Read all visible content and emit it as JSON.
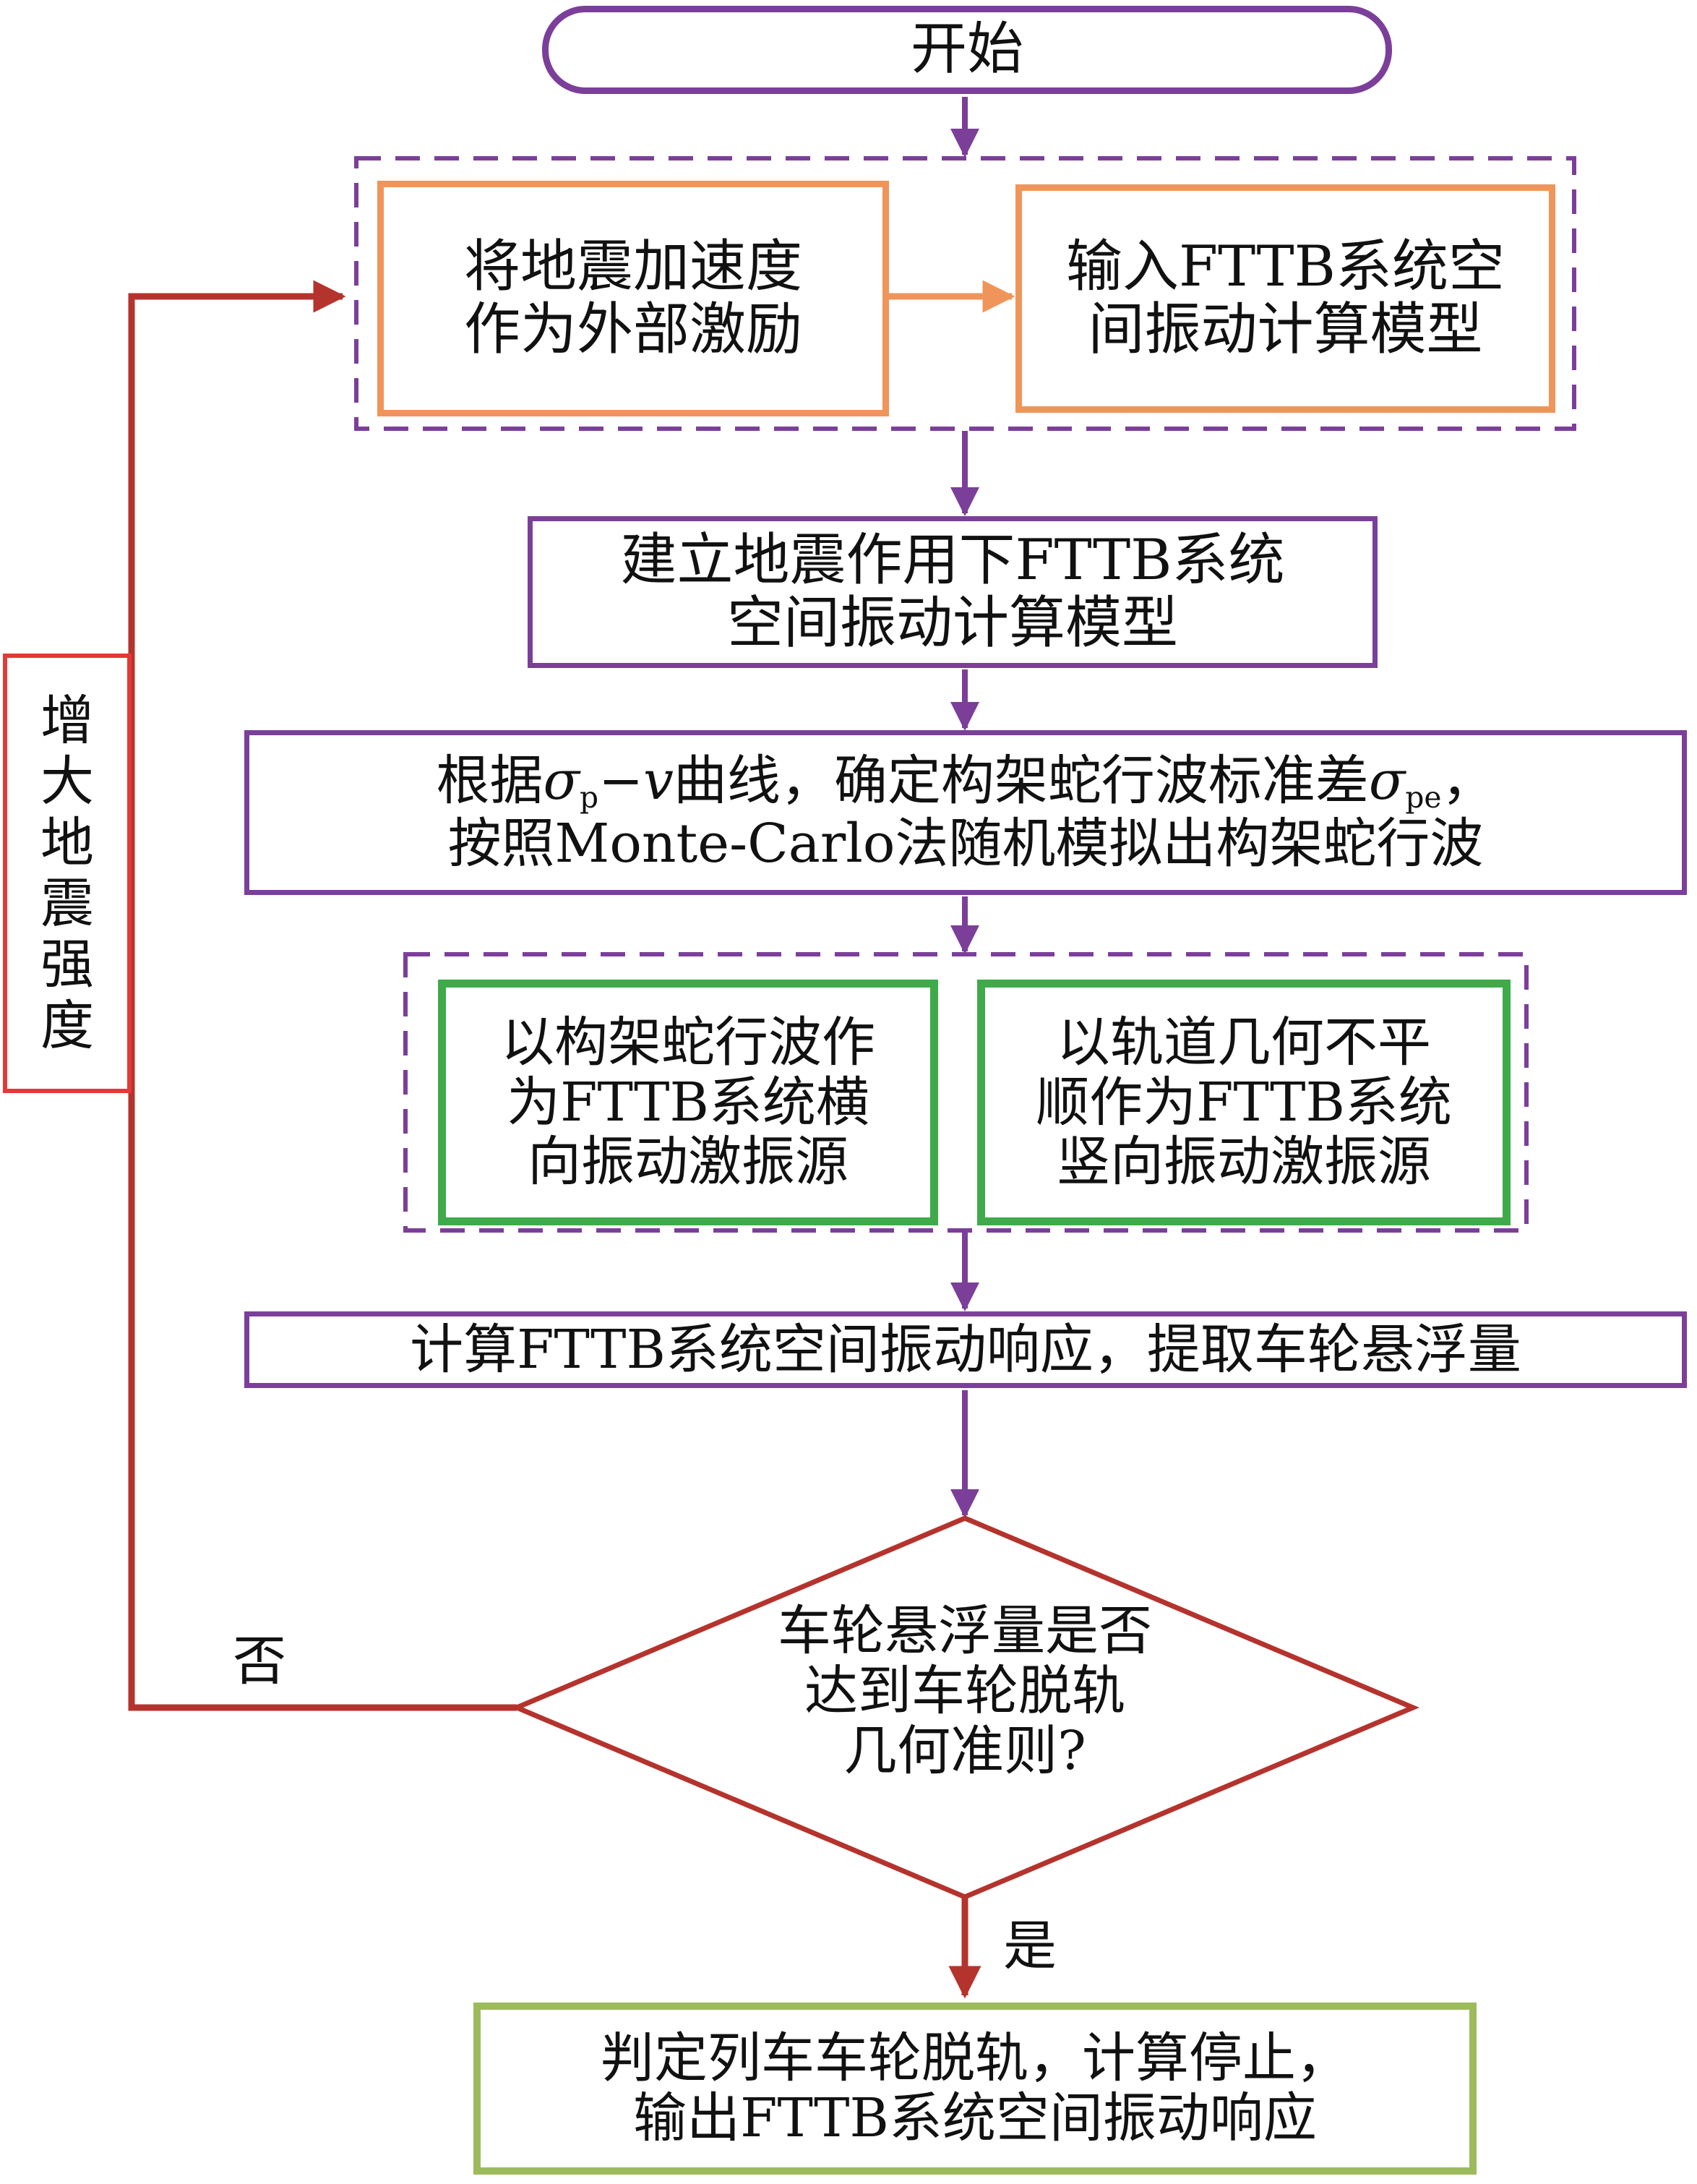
{
  "start": "开始",
  "input_group": {
    "excitation": [
      "将地震加速度",
      "作为外部激励"
    ],
    "model_input": [
      "输入FTTB系统空",
      "间振动计算模型"
    ]
  },
  "build_model": [
    "建立地震作用下FTTB系统",
    "空间振动计算模型"
  ],
  "hunting_step": {
    "prefix": "根据",
    "sigma": "σ",
    "sub_p": "p",
    "dash": "−",
    "nu": "v",
    "middle": "曲线，确定构架蛇行波标准差",
    "sub_pe": "pe",
    "end": "，",
    "line2": "按照Monte-Carlo法随机模拟出构架蛇行波"
  },
  "sources_group": {
    "lateral": [
      "以构架蛇行波作",
      "为FTTB系统横",
      "向振动激振源"
    ],
    "vertical": [
      "以轨道几何不平",
      "顺作为FTTB系统",
      "竖向振动激振源"
    ]
  },
  "compute_response": "计算FTTB系统空间振动响应，提取车轮悬浮量",
  "decision": [
    "车轮悬浮量是否",
    "达到车轮脱轨",
    "几何准则?"
  ],
  "no_label": "否",
  "yes_label": "是",
  "increase_intensity": [
    "增",
    "大",
    "地",
    "震",
    "强",
    "度"
  ],
  "end": [
    "判定列车车轮脱轨，计算停止，",
    "输出FTTB系统空间振动响应"
  ],
  "colors": {
    "purple": "#7b3f9a",
    "orange": "#f0955a",
    "green": "#3eaa4a",
    "olive": "#9cbb5c",
    "red_box": "#e53935",
    "dark_red_arrow": "#b5332d"
  }
}
